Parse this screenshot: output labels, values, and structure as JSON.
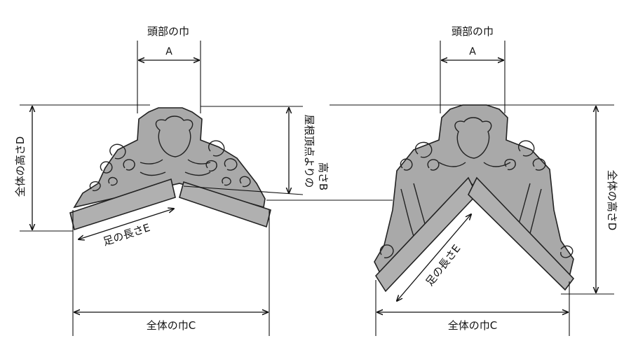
{
  "left": {
    "head_width_label": "頭部の巾",
    "a": "A",
    "height_label": "全体の高さD",
    "roof_height_label_1": "屋根頂点よりの",
    "roof_height_label_2": "高さB",
    "leg_label": "足の長さE",
    "total_width_label": "全体の巾C"
  },
  "right": {
    "head_width_label": "頭部の巾",
    "a": "A",
    "height_label": "全体の高さD",
    "leg_label": "足の長さE",
    "total_width_label": "全体の巾C"
  }
}
